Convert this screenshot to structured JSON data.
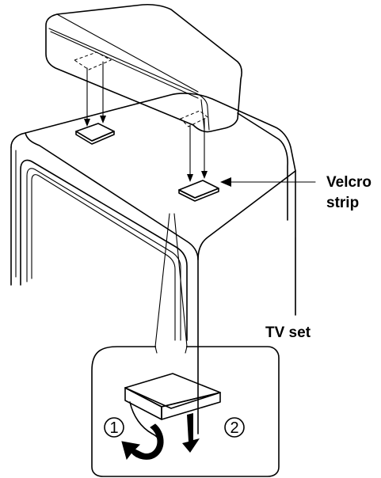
{
  "labels": {
    "velcro_line1": "Velcro",
    "velcro_line2": "strip",
    "tv_set": "TV set"
  },
  "steps": {
    "step1": "1",
    "step2": "2"
  },
  "colors": {
    "ink": "#000000",
    "paper": "#ffffff"
  }
}
